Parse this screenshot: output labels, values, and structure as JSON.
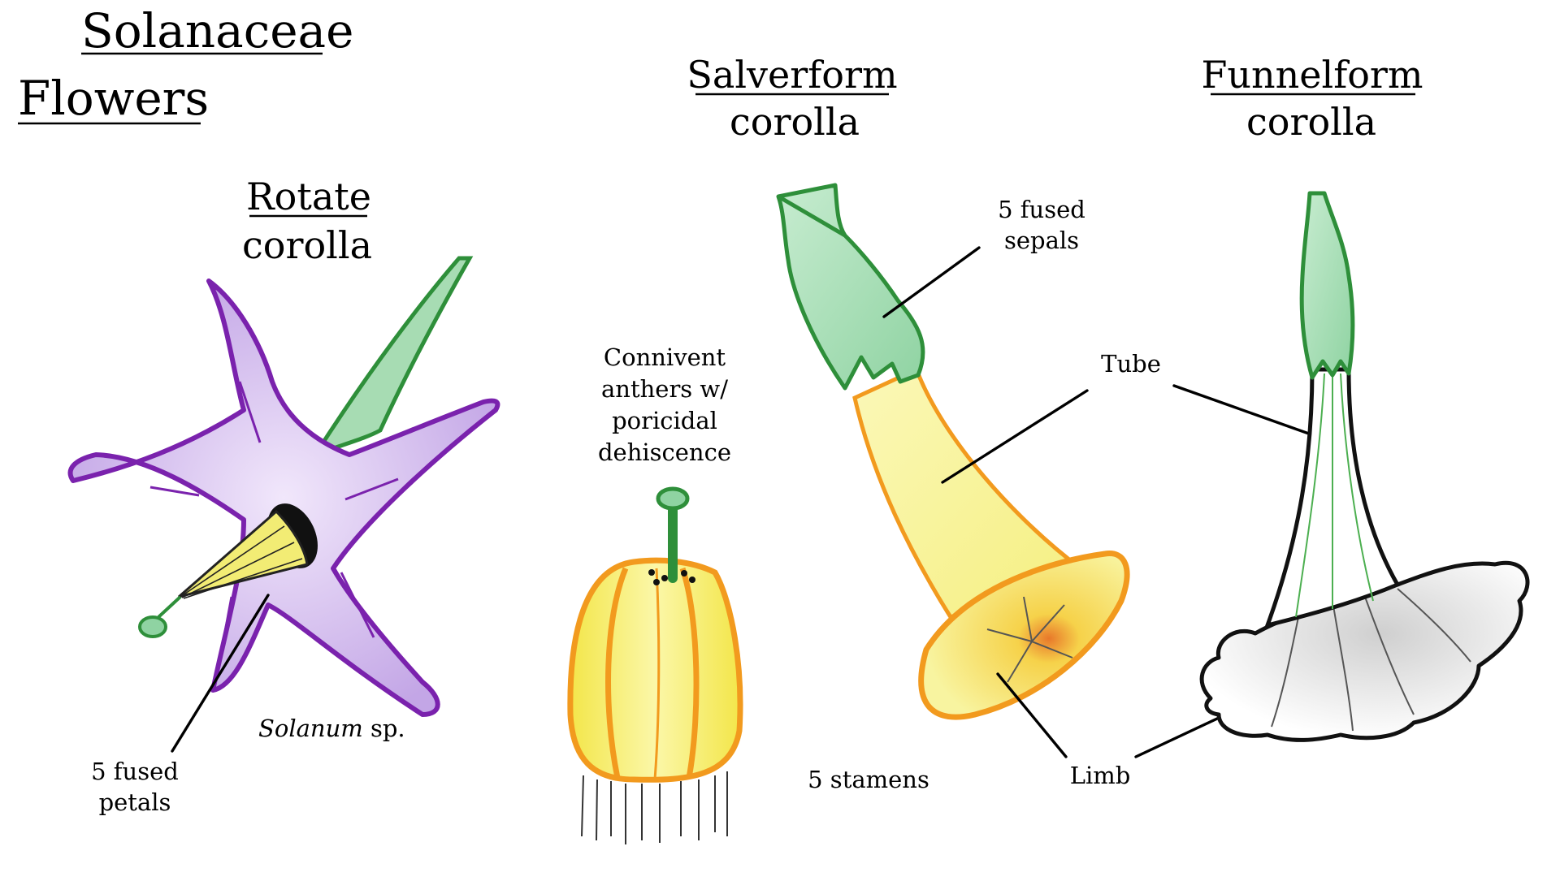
{
  "title": {
    "line1": "Solanaceae",
    "line2": "Flowers"
  },
  "rotate": {
    "name": "Rotate",
    "word": "corolla",
    "label_petals_1": "5 fused",
    "label_petals_2": "petals",
    "genus": "Solanum",
    "genus_suffix": " sp."
  },
  "anthers": {
    "label": [
      "Connivent",
      "anthers w/",
      "poricidal",
      "dehiscence"
    ],
    "stamens_label": "5 stamens"
  },
  "salverform": {
    "name": "Salverform",
    "word": "corolla",
    "sepals_1": "5 fused",
    "sepals_2": "sepals",
    "tube": "Tube",
    "limb": "Limb"
  },
  "funnelform": {
    "name": "Funnelform",
    "word": "corolla"
  },
  "colors": {
    "petal_purple": "#c3a6e6",
    "petal_outline": "#7a22ad",
    "sepal_green": "#9fdcae",
    "sepal_outline": "#2e8f3a",
    "tube_yellow": "#f6f18a",
    "corolla_orange": "#f29a1e",
    "limb_center": "#e8782a",
    "funnel_gray": "#d2d2d2"
  }
}
